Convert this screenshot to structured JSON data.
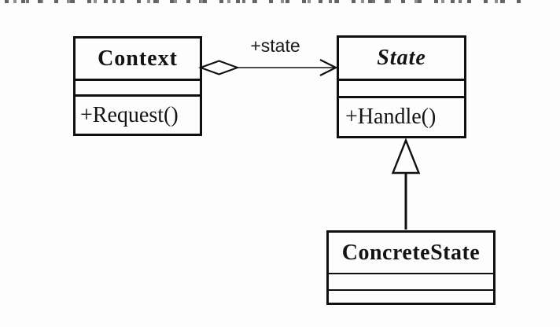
{
  "diagram": {
    "kind": "uml-class-diagram",
    "pattern": "State",
    "classes": [
      {
        "name": "Context",
        "abstract": false,
        "attributes": [],
        "methods": [
          "+Request()"
        ]
      },
      {
        "name": "State",
        "abstract": true,
        "attributes": [],
        "methods": [
          "+Handle()"
        ]
      },
      {
        "name": "ConcreteState",
        "abstract": false,
        "attributes": [],
        "methods": []
      }
    ],
    "relations": [
      {
        "type": "aggregation",
        "from": "Context",
        "to": "State",
        "label": "+state",
        "arrowhead": "open"
      },
      {
        "type": "generalization",
        "from": "ConcreteState",
        "to": "State",
        "arrowhead": "hollow-triangle"
      }
    ]
  },
  "colors": {
    "stroke": "#101010",
    "box_fill": "#fdfdfd",
    "background": "#fdfdfd"
  }
}
